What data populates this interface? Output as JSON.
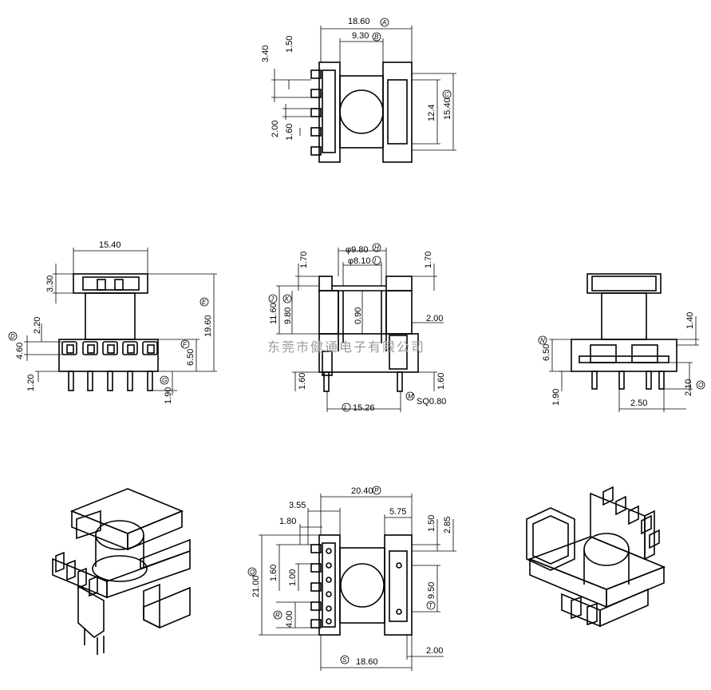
{
  "watermark": "东莞市健通电子有限公司",
  "views": {
    "top": {
      "dims": [
        "18.60",
        "9.30",
        "3.40",
        "1.50",
        "2.00",
        "1.60",
        "12.4",
        "15.40"
      ],
      "tags": [
        "A",
        "B",
        "C"
      ]
    },
    "front": {
      "dims": [
        "15.40",
        "3.30",
        "2.20",
        "4.60",
        "1.20",
        "19.60",
        "6.50",
        "1.90"
      ],
      "tags": [
        "D",
        "E",
        "F",
        "G"
      ]
    },
    "section": {
      "dims": [
        "φ9.80",
        "φ8.10",
        "1.70",
        "1.70",
        "11.60",
        "9.80",
        "0.90",
        "2.00",
        "1.60",
        "1.60",
        "15.26",
        "SQ0.80"
      ],
      "tags": [
        "H",
        "I",
        "J",
        "K",
        "L",
        "M"
      ]
    },
    "side": {
      "dims": [
        "1.40",
        "6.50",
        "1.90",
        "2.10",
        "2.50"
      ],
      "tags": [
        "N",
        "O"
      ]
    },
    "bottom": {
      "dims": [
        "20.40",
        "3.55",
        "5.75",
        "1.80",
        "1.50",
        "2.85",
        "21.00",
        "1.60",
        "1.00",
        "4.00",
        "9.50",
        "18.60",
        "2.00"
      ],
      "tags": [
        "P",
        "Q",
        "R",
        "S",
        "T"
      ]
    }
  }
}
